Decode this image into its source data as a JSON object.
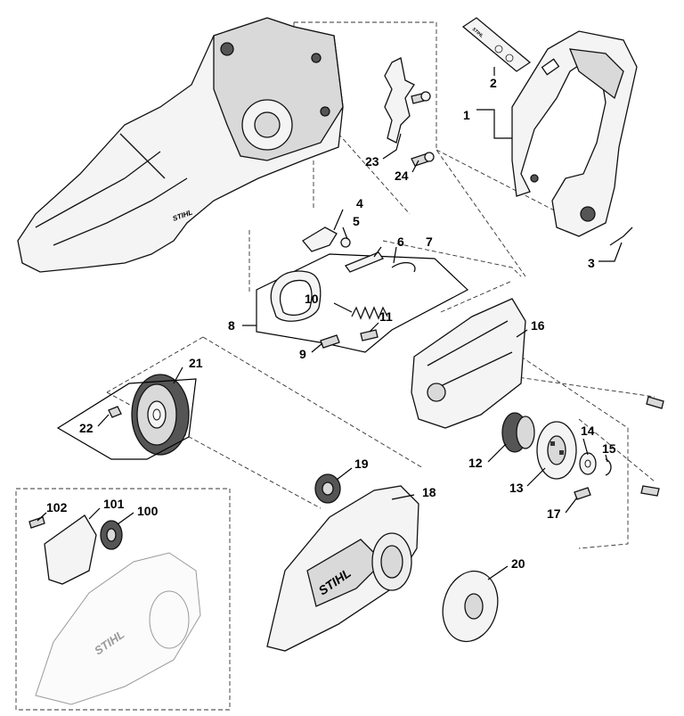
{
  "labels": {
    "p1": "1",
    "p2": "2",
    "p3": "3",
    "p4": "4",
    "p5": "5",
    "p6": "6",
    "p7": "7",
    "p8": "8",
    "p9": "9",
    "p10": "10",
    "p11": "11",
    "p12": "12",
    "p13": "13",
    "p14": "14",
    "p15": "15",
    "p16": "16",
    "p17": "17",
    "p18": "18",
    "p19": "19",
    "p20": "20",
    "p21": "21",
    "p22": "22",
    "p23": "23",
    "p24": "24",
    "p100": "100",
    "p101": "101",
    "p102": "102"
  },
  "brand_text": {
    "sprocket_cover": "STIHL",
    "alt_cover": "STIHL",
    "sticker": "STIHL"
  }
}
